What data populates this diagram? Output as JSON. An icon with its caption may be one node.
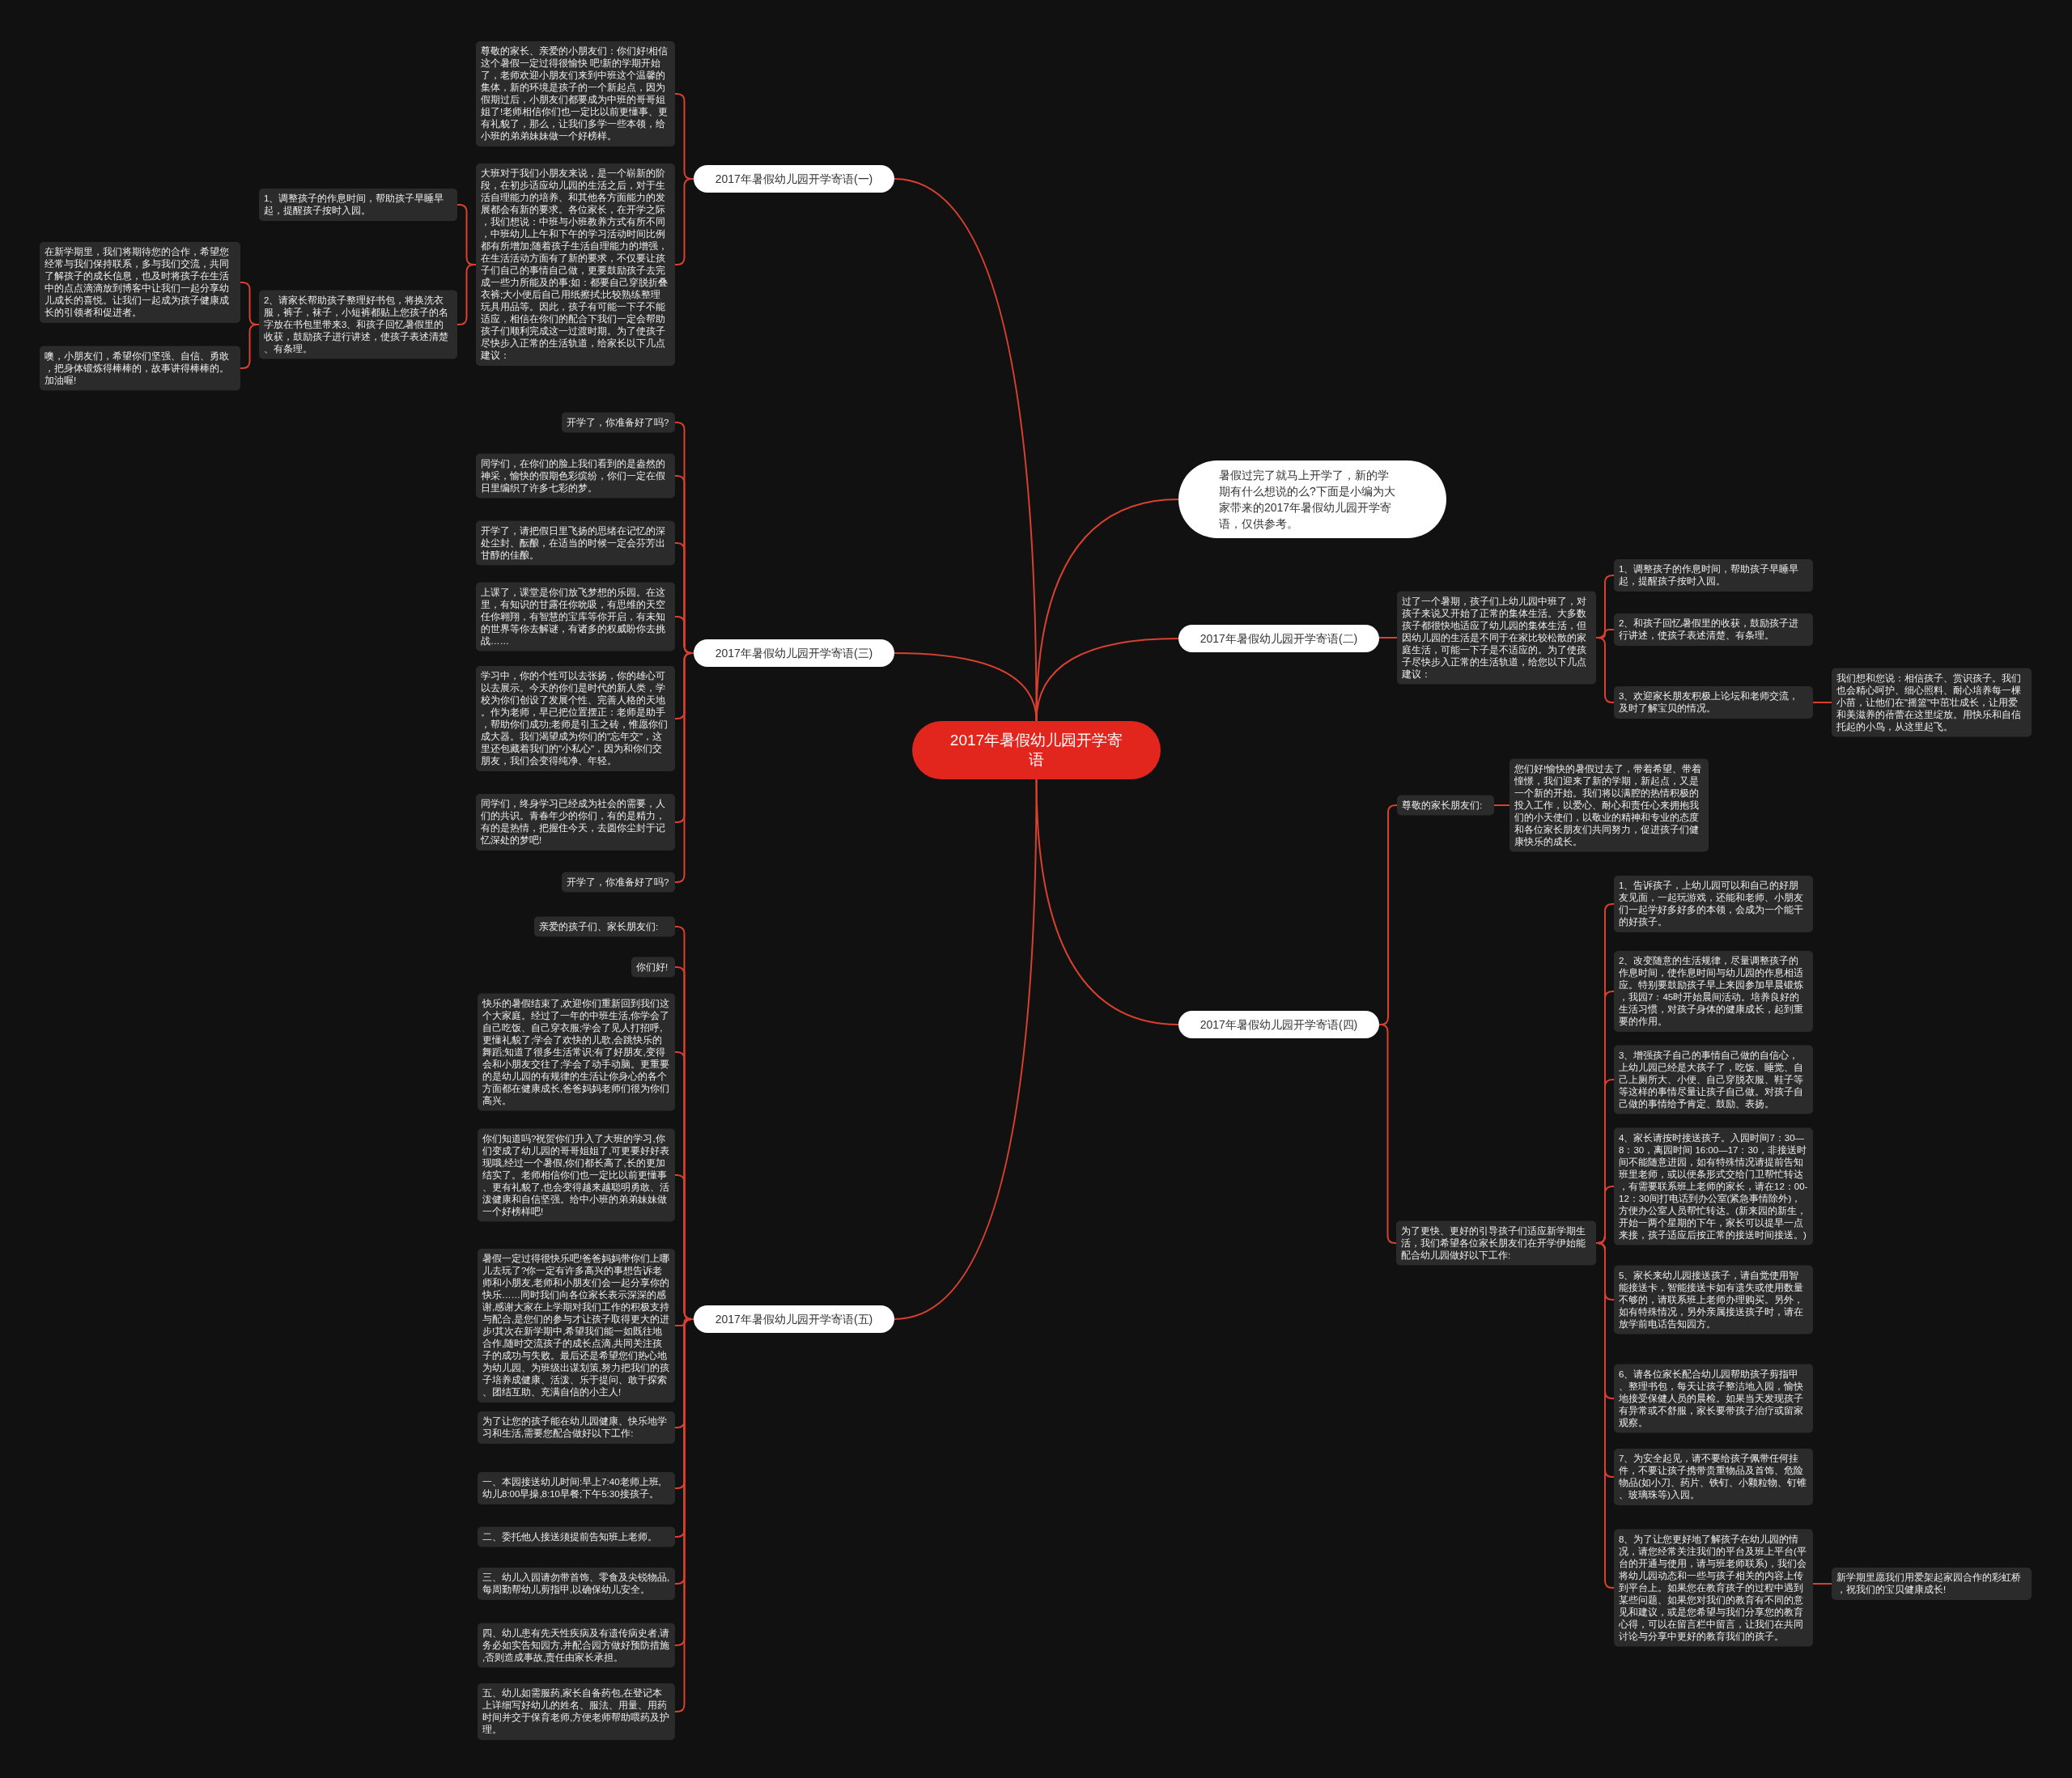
{
  "diagram": {
    "nodes": [
      {
        "text": [
          "2017年暑假幼儿园开学寄语"
        ]
      },
      {
        "text": [
          "2017年暑假幼儿园开学寄语(一)"
        ]
      },
      {
        "text": [
          "尊敬的家长、亲爱的小朋友们：你们好!相信这个暑假一定过得很愉快 吧!新的学期开始了，老师欢迎小朋友们来到中班这个温馨的集体，新的环境是孩子的一个新起点，因为假期过后，小朋友们都要成为中班的哥哥姐姐了!老师相信你们也一定比以前更懂事、更有礼貌了，那么，让我们多学一些本领，给小班的弟弟妹妹做一个好榜样。"
        ]
      },
      {
        "text": [
          "大班对于我们小朋友来说，是一个崭新的阶段，在初步适应幼儿园的生活之后，对于生活自理能力的培养、和其他各方面能力的发展都会有新的要求。各位家长，在开学之际，我们想说：中班与小班教养方式有所不同，中班幼儿上午和下午的学习活动时间比例都有所增加;随着孩子生活自理能力的增强，在生活活动方面有了新的要求，不仅要让孩子们自己的事情自己做，更要鼓励孩子去完成一些力所能及的事;如：都要自己穿脱折叠衣裤;大小便后自己用纸擦拭;比较熟练整理玩具用品等。因此，孩子有可能一下子不能适应，相信在你们的配合下我们一定会帮助孩子们顺利完成这一过渡时期。为了使孩子尽快步入正常的生活轨道，给家长以下几点建议："
        ]
      },
      {
        "text": [
          "1、调整孩子的作息时间，帮助孩子早睡早起，提醒孩子按时入园。"
        ]
      },
      {
        "text": [
          "2、请家长帮助孩子整理好书包，将换洗衣服，裤子，袜子，小短裤都贴上您孩子的名字放在书包里带来3、和孩子回忆暑假里的收获，鼓励孩子进行讲述，使孩子表述清楚、有条理。"
        ]
      },
      {
        "text": [
          "在新学期里，我们将期待您的合作，希望您经常与我们保持联系，多与我们交流，共同了解孩子的成长信息，也及时将孩子在生活中的点点滴滴放到博客中让我们一起分享幼儿成长的喜悦。让我们一起成为孩子健康成长的引领者和促进者。"
        ]
      },
      {
        "text": [
          "噢，小朋友们，希望你们坚强、自信、勇敢，把身体锻炼得棒棒的，故事讲得棒棒的。加油喔!"
        ]
      },
      {
        "text": [
          "2017年暑假幼儿园开学寄语(三)"
        ]
      },
      {
        "text": [
          "开学了，你准备好了吗?"
        ]
      },
      {
        "text": [
          "同学们，在你们的脸上我们看到的是盎然的神采，愉快的假期色彩缤纷，你们一定在假日里编织了许多七彩的梦。"
        ]
      },
      {
        "text": [
          "开学了，请把假日里飞扬的思绪在记忆的深处尘封、酝酿，在适当的时候一定会芬芳出甘醇的佳酿。"
        ]
      },
      {
        "text": [
          "上课了，课堂是你们放飞梦想的乐园。在这里，有知识的甘露任你吮吸，有思维的天空任你翱翔，有智慧的宝库等你开启，有未知的世界等你去解谜，有诸多的权威盼你去挑战……"
        ]
      },
      {
        "text": [
          "学习中，你的个性可以去张扬，你的雄心可以去展示。今天的你们是时代的新人类，学校为你们创设了发展个性、完善人格的天地。作为老师，早已把位置摆正：老师是助手，帮助你们成功;老师是引玉之砖，惟愿你们成大器。我们渴望成为你们的\"忘年交\"，这里还包藏着我们的\"小私心\"，因为和你们交朋友，我们会变得纯净、年轻。"
        ]
      },
      {
        "text": [
          "同学们，终身学习已经成为社会的需要，人们的共识。青春年少的你们，有的是精力，有的是热情，把握住今天，去圆你尘封于记忆深处的梦吧!"
        ]
      },
      {
        "text": [
          "开学了，你准备好了吗?"
        ]
      },
      {
        "text": [
          "2017年暑假幼儿园开学寄语(五)"
        ]
      },
      {
        "text": [
          "亲爱的孩子们、家长朋友们:"
        ]
      },
      {
        "text": [
          "你们好!"
        ]
      },
      {
        "text": [
          "快乐的暑假结束了,欢迎你们重新回到我们这个大家庭。经过了一年的中班生活,你学会了自己吃饭、自己穿衣服;学会了见人打招呼,更懂礼貌了;学会了欢快的儿歌,会跳快乐的舞蹈;知道了很多生活常识;有了好朋友,变得会和小朋友交往了;学会了动手动脑。更重要的是幼儿园的有规律的生活让你身心的各个方面都在健康成长,爸爸妈妈老师们很为你们高兴。"
        ]
      },
      {
        "text": [
          "你们知道吗?祝贺你们升入了大班的学习,你们变成了幼儿园的哥哥姐姐了,可更要好好表现哦,经过一个暑假,你们都长高了,长的更加结实了。老师相信你们也一定比以前更懂事、更有礼貌了,也会变得越来越聪明勇敢、活泼健康和自信坚强。给中小班的弟弟妹妹做一个好榜样吧!"
        ]
      },
      {
        "text": [
          "暑假一定过得很快乐吧!爸爸妈妈带你们上哪儿去玩了?你一定有许多高兴的事想告诉老师和小朋友,老师和小朋友们会一起分享你的快乐……同时我们向各位家长表示深深的感谢,感谢大家在上学期对我们工作的积极支持与配合,是您们的参与才让孩子取得更大的进步!其次在新学期中,希望我们能一如既往地合作,随时交流孩子的成长点滴,共同关注孩子的成功与失败。最后还是希望您们热心地为幼儿园、为班级出谋划策,努力把我们的孩子培养成健康、活泼、乐于提问、敢于探索、团结互助、充满自信的小主人!"
        ]
      },
      {
        "text": [
          "为了让您的孩子能在幼儿园健康、快乐地学习和生活,需要您配合做好以下工作:"
        ]
      },
      {
        "text": [
          "一、本园接送幼儿时间:早上7:40老师上班,幼儿8:00早操,8:10早餐;下午5:30接孩子。"
        ]
      },
      {
        "text": [
          "二、委托他人接送须提前告知班上老师。"
        ]
      },
      {
        "text": [
          "三、幼儿入园请勿带首饰、零食及尖锐物品,每周勤帮幼儿剪指甲,以确保幼儿安全。"
        ]
      },
      {
        "text": [
          "四、幼儿患有先天性疾病及有遗传病史者,请务必如实告知园方,并配合园方做好预防措施,否则造成事故,责任由家长承担。"
        ]
      },
      {
        "text": [
          "五、幼儿如需服药,家长自备药包,在登记本上详细写好幼儿的姓名、服法、用量、用药时间并交于保育老师,方便老师帮助喂药及护理。"
        ]
      },
      {
        "text": [
          "暑假过完了就马上开学了，新的学期有什么想说的么?下面是小编为大家带来的2017年暑假幼儿园开学寄语，仅供参考。"
        ]
      },
      {
        "text": [
          "2017年暑假幼儿园开学寄语(二)"
        ]
      },
      {
        "text": [
          "过了一个暑期，孩子们上幼儿园中班了，对孩子来说又开始了正常的集体生活。大多数孩子都很快地适应了幼儿园的集体生活，但因幼儿园的生活是不同于在家比较松散的家庭生活，可能一下子是不适应的。为了使孩子尽快步入正常的生活轨道，给您以下几点建议："
        ]
      },
      {
        "text": [
          "1、调整孩子的作息时间，帮助孩子早睡早起，提醒孩子按时入园。"
        ]
      },
      {
        "text": [
          "2、和孩子回忆暑假里的收获，鼓励孩子进行讲述，使孩子表述清楚、有条理。"
        ]
      },
      {
        "text": [
          "3、欢迎家长朋友积极上论坛和老师交流，及时了解宝贝的情况。"
        ]
      },
      {
        "text": [
          "我们想和您说：相信孩子、赏识孩子。我们也会精心呵护、细心照料、耐心培养每一棵小苗，让他们在\"摇篮\"中茁壮成长，让用爱和美滋养的蓓蕾在这里绽放。用快乐和自信托起的小鸟，从这里起飞。"
        ]
      },
      {
        "text": [
          "2017年暑假幼儿园开学寄语(四)"
        ]
      },
      {
        "text": [
          "尊敬的家长朋友们:"
        ]
      },
      {
        "text": [
          "您们好!愉快的暑假过去了，带着希望、带着憧憬，我们迎来了新的学期，新起点，又是一个新的开始。我们将以满腔的热情积极的投入工作，以爱心、耐心和责任心来拥抱我们的小天使们，以敬业的精神和专业的态度和各位家长朋友们共同努力，促进孩子们健康快乐的成长。"
        ]
      },
      {
        "text": [
          "为了更快、更好的引导孩子们适应新学期生活，我们希望各位家长朋友们在开学伊始能配合幼儿园做好以下工作:"
        ]
      },
      {
        "text": [
          "1、告诉孩子，上幼儿园可以和自己的好朋友见面，一起玩游戏，还能和老师、小朋友们一起学好多好多的本领，会成为一个能干的好孩子。"
        ]
      },
      {
        "text": [
          "2、改变随意的生活规律，尽量调整孩子的作息时间，使作息时间与幼儿园的作息相适应。特别要鼓励孩子早上来园参加早晨锻炼，我园7：45时开始晨间活动。培养良好的生活习惯，对孩子身体的健康成长，起到重要的作用。"
        ]
      },
      {
        "text": [
          "3、增强孩子自己的事情自己做的自信心，上幼儿园已经是大孩子了，吃饭、睡觉、自己上厕所大、小便、自己穿脱衣服、鞋子等等这样的事情尽量让孩子自己做。对孩子自己做的事情给予肯定、鼓励、表扬。"
        ]
      },
      {
        "text": [
          "4、家长请按时接送孩子。入园时间7：30—8：30，离园时间 16:00—17：30，非接送时间不能随意进园，如有特殊情况请提前告知班里老师，或以便条形式交给门卫帮忙转达，有需要联系班上老师的家长，请在12：00-12：30间打电话到办公室(紧急事情除外)，方便办公室人员帮忙转达。(新来园的新生，开始一两个星期的下午，家长可以提早一点来接，孩子适应后按正常的接送时间接送。)"
        ]
      },
      {
        "text": [
          "5、家长来幼儿园接送孩子，请自觉使用智能接送卡，智能接送卡如有遗失或使用数量不够的，请联系班上老师办理购买。另外，如有特殊情况，另外亲属接送孩子时，请在放学前电话告知园方。"
        ]
      },
      {
        "text": [
          "6、请各位家长配合幼儿园帮助孩子剪指甲、整理书包，每天让孩子整洁地入园，愉快地接受保健人员的晨检。如果当天发现孩子有异常或不舒服，家长要带孩子治疗或留家观察。"
        ]
      },
      {
        "text": [
          "7、为安全起见，请不要给孩子佩带任何挂件，不要让孩子携带贵重物品及首饰、危险物品(如小刀、药片、铁钉、小颗粒物、钉锥、玻璃珠等)入园。"
        ]
      },
      {
        "text": [
          "8、为了让您更好地了解孩子在幼儿园的情况，请您经常关注我们的平台及班上平台(平台的开通与使用，请与班老师联系)，我们会将幼儿园动态和一些与孩子相关的内容上传到平台上。如果您在教育孩子的过程中遇到某些问题、如果您对我们的教育有不同的意见和建议，或是您希望与我们分享您的教育心得，可以在留言栏中留言，让我们在共同讨论与分享中更好的教育我们的孩子。"
        ]
      },
      {
        "text": [
          "新学期里愿我们用爱架起家园合作的彩虹桥，祝我们的宝贝健康成长!"
        ]
      }
    ],
    "edges": [
      {
        "from": 0,
        "to": 1,
        "arrow": "none"
      },
      {
        "from": 0,
        "to": 8,
        "arrow": "none"
      },
      {
        "from": 0,
        "to": 16,
        "arrow": "none"
      },
      {
        "from": 0,
        "to": 28,
        "arrow": "none"
      },
      {
        "from": 0,
        "to": 29,
        "arrow": "none"
      },
      {
        "from": 0,
        "to": 35,
        "arrow": "none"
      },
      {
        "from": 1,
        "to": 2,
        "arrow": "none"
      },
      {
        "from": 1,
        "to": 3,
        "arrow": "none"
      },
      {
        "from": 3,
        "to": 4,
        "arrow": "none"
      },
      {
        "from": 3,
        "to": 5,
        "arrow": "none"
      },
      {
        "from": 5,
        "to": 6,
        "arrow": "none"
      },
      {
        "from": 5,
        "to": 7,
        "arrow": "none"
      },
      {
        "from": 8,
        "to": 9,
        "arrow": "none"
      },
      {
        "from": 8,
        "to": 10,
        "arrow": "none"
      },
      {
        "from": 8,
        "to": 11,
        "arrow": "none"
      },
      {
        "from": 8,
        "to": 12,
        "arrow": "none"
      },
      {
        "from": 8,
        "to": 13,
        "arrow": "none"
      },
      {
        "from": 8,
        "to": 14,
        "arrow": "none"
      },
      {
        "from": 8,
        "to": 15,
        "arrow": "none"
      },
      {
        "from": 16,
        "to": 17,
        "arrow": "none"
      },
      {
        "from": 16,
        "to": 18,
        "arrow": "none"
      },
      {
        "from": 16,
        "to": 19,
        "arrow": "none"
      },
      {
        "from": 16,
        "to": 20,
        "arrow": "none"
      },
      {
        "from": 16,
        "to": 21,
        "arrow": "none"
      },
      {
        "from": 16,
        "to": 22,
        "arrow": "none"
      },
      {
        "from": 16,
        "to": 23,
        "arrow": "none"
      },
      {
        "from": 16,
        "to": 24,
        "arrow": "none"
      },
      {
        "from": 16,
        "to": 25,
        "arrow": "none"
      },
      {
        "from": 16,
        "to": 26,
        "arrow": "none"
      },
      {
        "from": 16,
        "to": 27,
        "arrow": "none"
      },
      {
        "from": 29,
        "to": 30,
        "arrow": "none"
      },
      {
        "from": 30,
        "to": 31,
        "arrow": "none"
      },
      {
        "from": 30,
        "to": 32,
        "arrow": "none"
      },
      {
        "from": 30,
        "to": 33,
        "arrow": "none"
      },
      {
        "from": 33,
        "to": 34,
        "arrow": "none"
      },
      {
        "from": 35,
        "to": 36,
        "arrow": "none"
      },
      {
        "from": 35,
        "to": 38,
        "arrow": "none"
      },
      {
        "from": 36,
        "to": 37,
        "arrow": "none"
      },
      {
        "from": 38,
        "to": 39,
        "arrow": "none"
      },
      {
        "from": 38,
        "to": 40,
        "arrow": "none"
      },
      {
        "from": 38,
        "to": 41,
        "arrow": "none"
      },
      {
        "from": 38,
        "to": 42,
        "arrow": "none"
      },
      {
        "from": 38,
        "to": 43,
        "arrow": "none"
      },
      {
        "from": 38,
        "to": 44,
        "arrow": "none"
      },
      {
        "from": 38,
        "to": 45,
        "arrow": "none"
      },
      {
        "from": 38,
        "to": 46,
        "arrow": "none"
      },
      {
        "from": 46,
        "to": 47,
        "arrow": "none"
      }
    ]
  }
}
